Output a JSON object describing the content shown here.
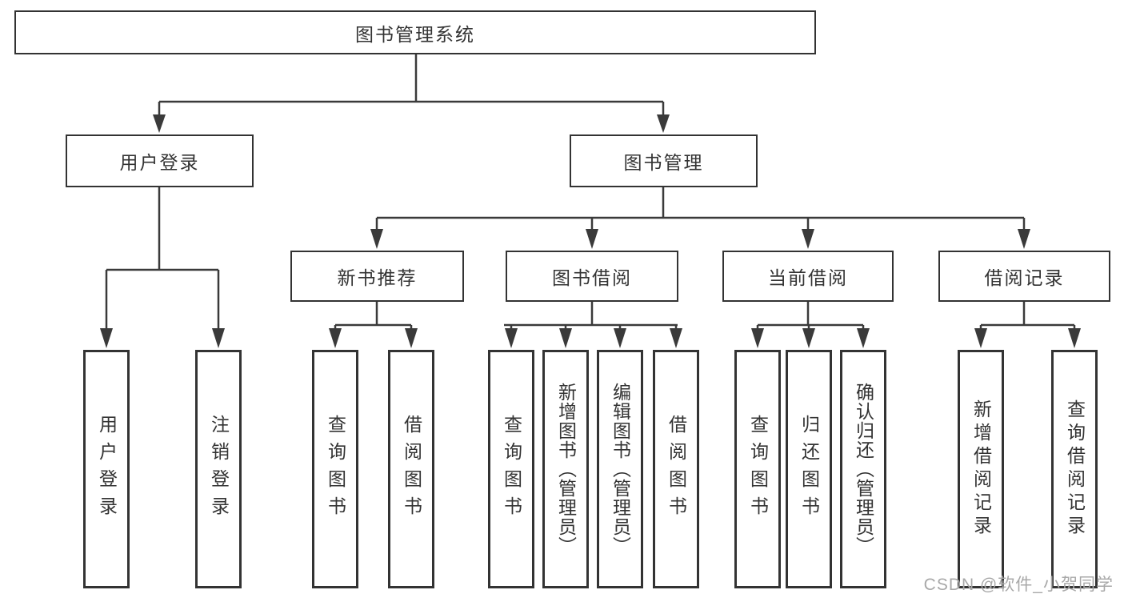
{
  "diagram": {
    "root": "图书管理系统",
    "level2": [
      "用户登录",
      "图书管理"
    ],
    "level3": [
      "新书推荐",
      "图书借阅",
      "当前借阅",
      "借阅记录"
    ],
    "leaves": {
      "login": [
        "用户登录",
        "注销登录"
      ],
      "new_book": [
        "查询图书",
        "借阅图书"
      ],
      "book_borrow": [
        "查询图书",
        "新增图书（管理员）",
        "编辑图书（管理员）",
        "借阅图书"
      ],
      "current_borrow": [
        "查询图书",
        "归还图书",
        "确认归还（管理员）"
      ],
      "borrow_record": [
        "新增借阅记录",
        "查询借阅记录"
      ]
    },
    "watermark": "CSDN @软件_小贺同学",
    "colors": {
      "line": "#3a3a3a",
      "box_border": "#333333",
      "text": "#333333",
      "watermark": "#a8a8a8",
      "background": "#ffffff"
    }
  }
}
